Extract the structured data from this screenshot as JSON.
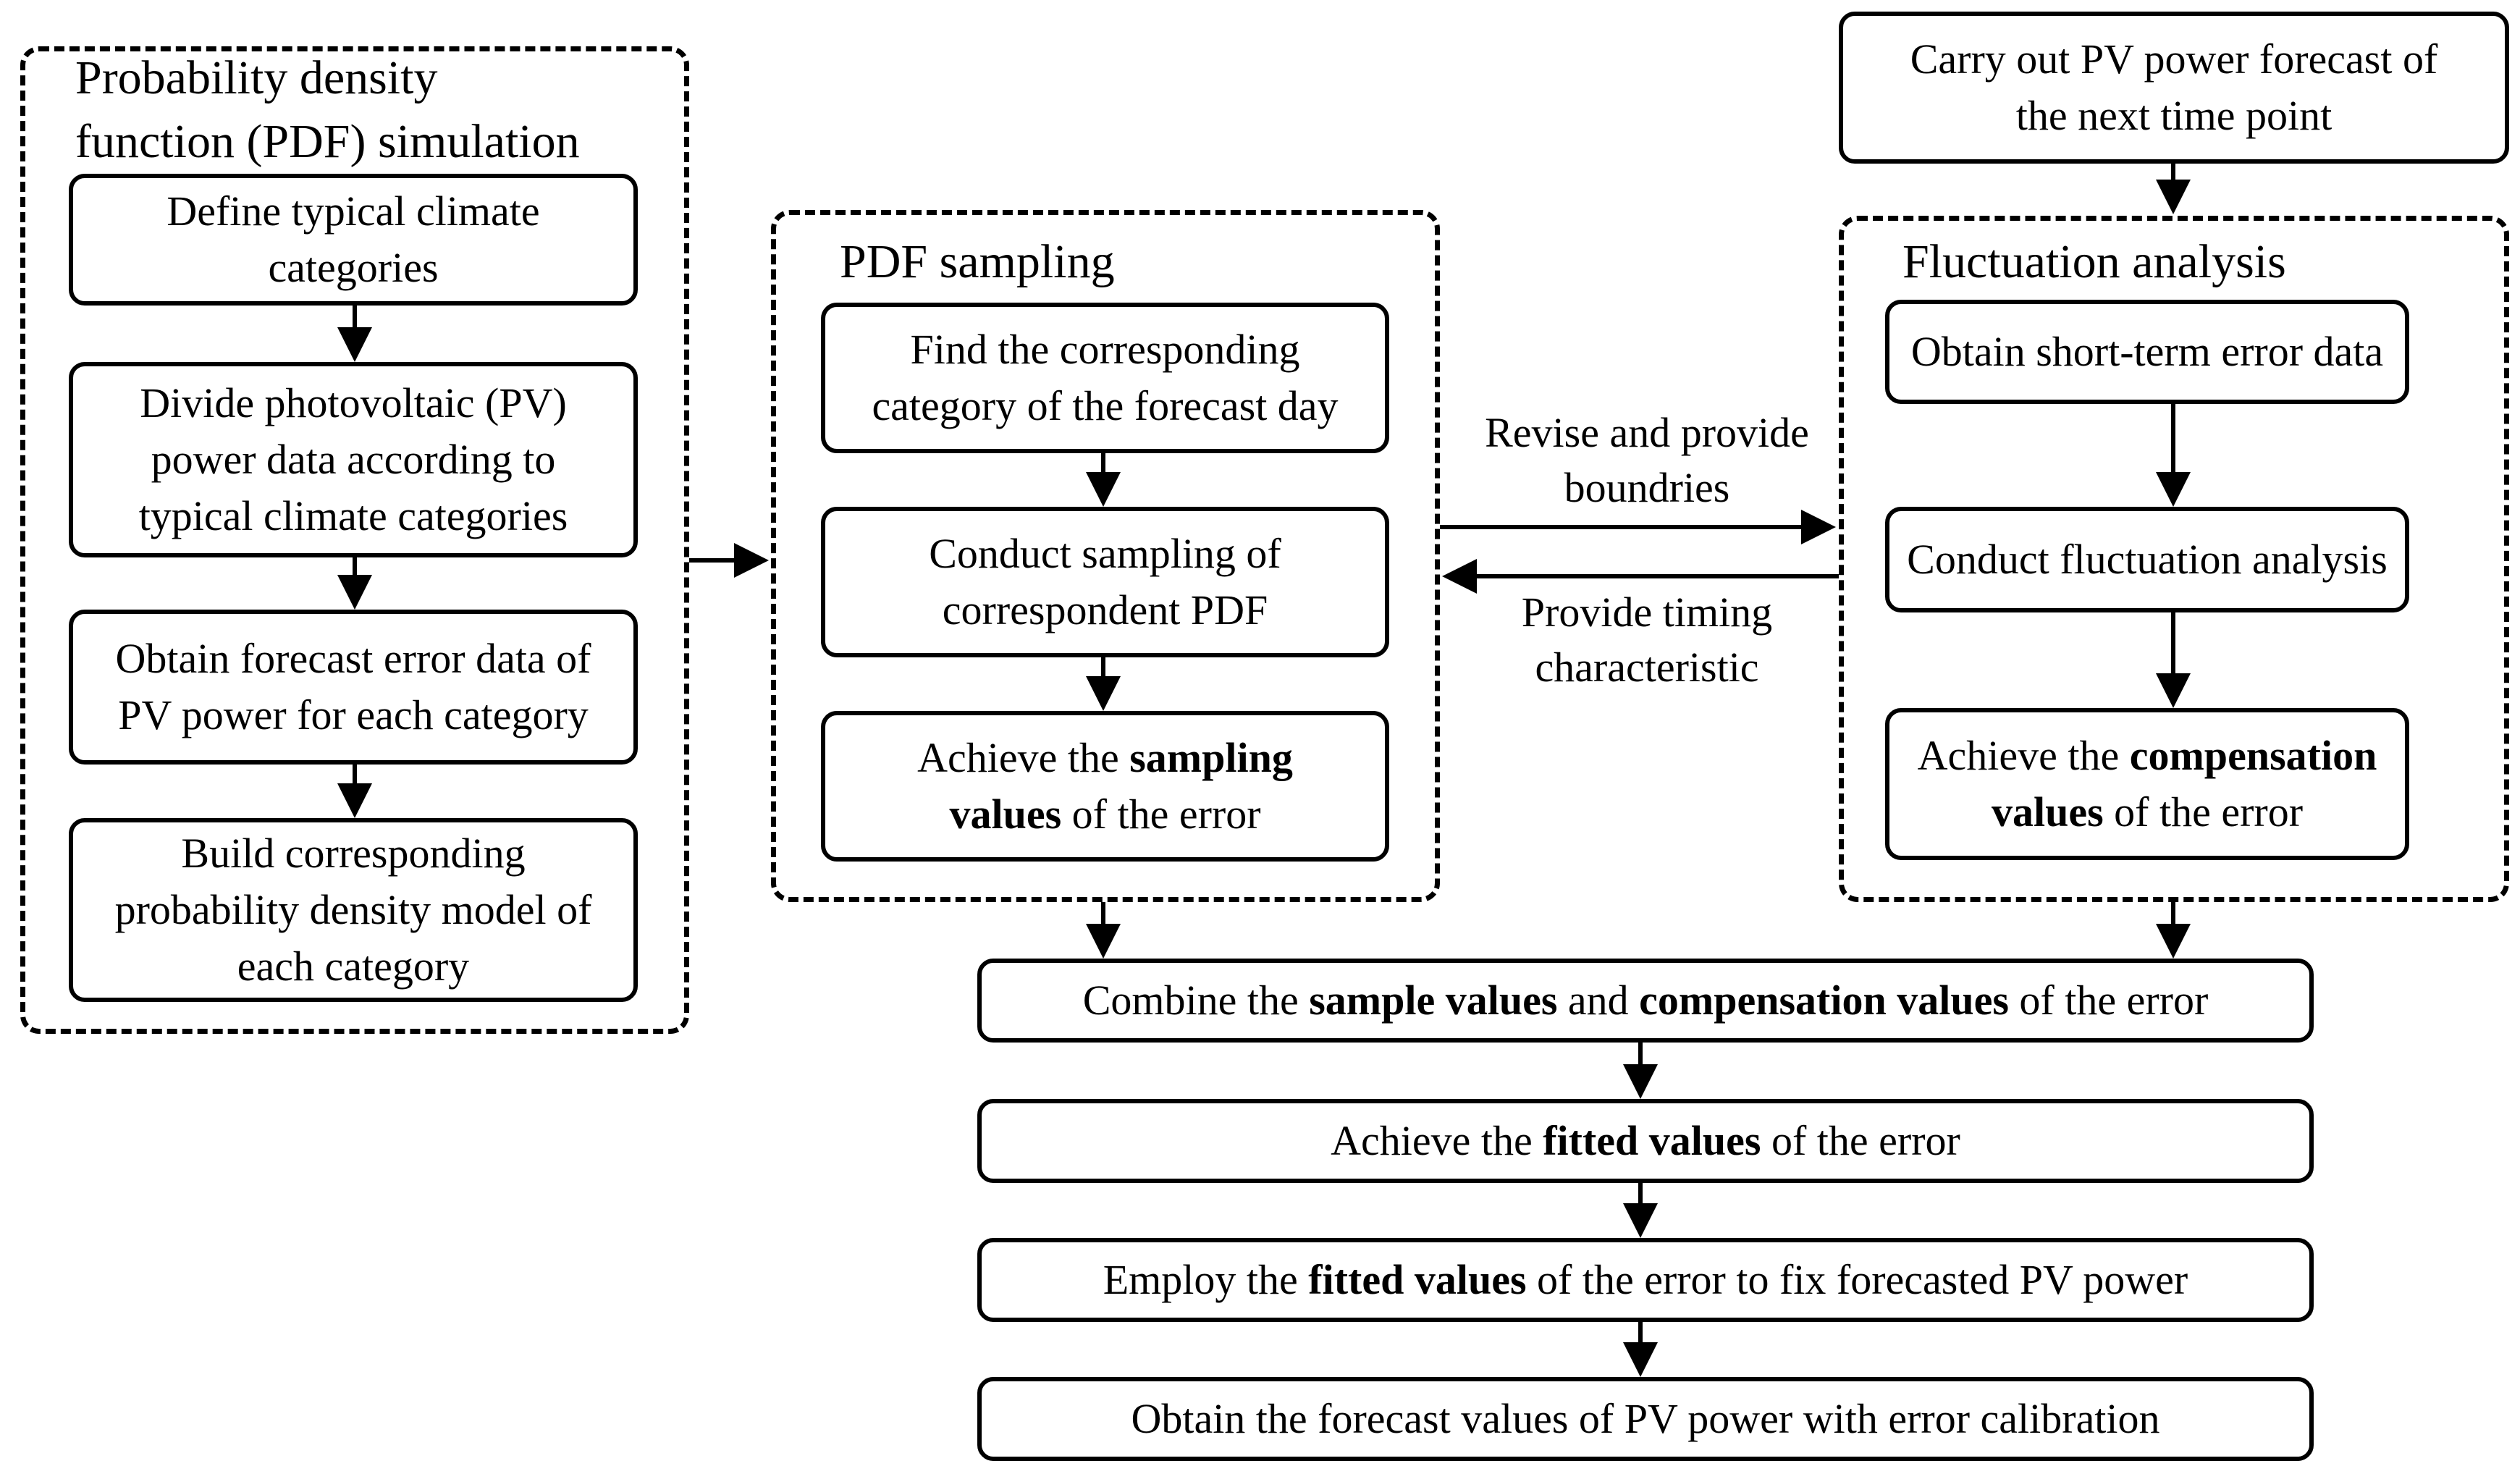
{
  "groups": {
    "pdf_simulation": {
      "title_line1": "Probability density",
      "title_line2": "function (PDF) simulation",
      "steps": [
        [
          "Define typical climate",
          "categories"
        ],
        [
          "Divide photovoltaic (PV)",
          "power data according to",
          "typical climate categories"
        ],
        [
          "Obtain forecast error data of",
          "PV power for each category"
        ],
        [
          "Build corresponding",
          "probability density model of",
          "each category"
        ]
      ]
    },
    "pdf_sampling": {
      "title": "PDF sampling",
      "steps": {
        "find": [
          "Find the corresponding",
          "category of the forecast day"
        ],
        "conduct": [
          "Conduct sampling of",
          "correspondent PDF"
        ],
        "achieve_pre": "Achieve the ",
        "achieve_bold": "sampling",
        "achieve_bold2": "values",
        "achieve_post": " of the error"
      }
    },
    "fluctuation_analysis": {
      "title": "Fluctuation analysis",
      "steps": {
        "obtain": "Obtain short-term error data",
        "conduct": "Conduct fluctuation analysis",
        "achieve_pre": "Achieve the ",
        "achieve_bold": "compensation",
        "achieve_bold2": "values",
        "achieve_post": " of the error"
      }
    }
  },
  "top_right_box": [
    "Carry out PV power forecast of",
    "the next time point"
  ],
  "edge_labels": {
    "revise": [
      "Revise and provide",
      "boundries"
    ],
    "timing": [
      "Provide timing",
      "characteristic"
    ]
  },
  "bottom_steps": {
    "combine": {
      "pre": "Combine the ",
      "bold1": "sample values",
      "mid": " and ",
      "bold2": "compensation values",
      "post": " of the error"
    },
    "fitted": {
      "pre": "Achieve the ",
      "bold": "fitted values",
      "post": " of the error"
    },
    "employ": {
      "pre": "Employ the ",
      "bold": "fitted values",
      "post": " of the error to fix forecasted PV power"
    },
    "obtain": "Obtain the forecast values of PV power with error calibration"
  }
}
